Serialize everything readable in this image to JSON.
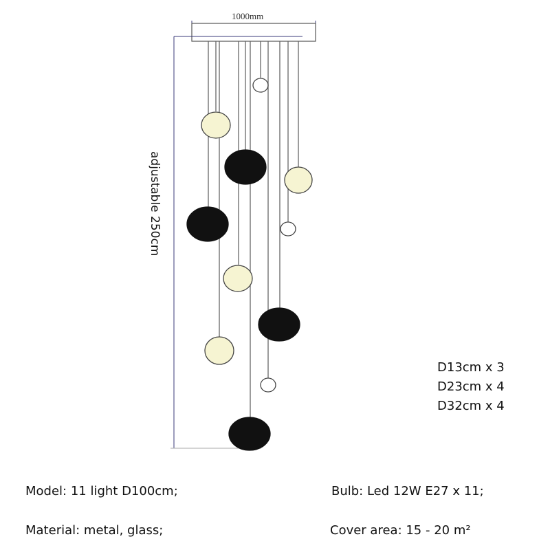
{
  "diagram": {
    "width_label": "1000mm",
    "height_label": "adjustable 250cm",
    "colors": {
      "wire": "#666666",
      "dim_line": "#3a3a7a",
      "black_shade": "#111111",
      "frosted_shade": "#f6f4d2",
      "clear_shade": "#ffffff"
    }
  },
  "sizes": [
    "D13cm x 3",
    "D23cm x 4",
    "D32cm x 4"
  ],
  "specs": {
    "model": "Model: 11 light D100cm;",
    "bulb": "Bulb: Led 12W E27 x 11;",
    "material": "Material: metal, glass;",
    "cover_area": "Cover area: 15 - 20 m²"
  }
}
